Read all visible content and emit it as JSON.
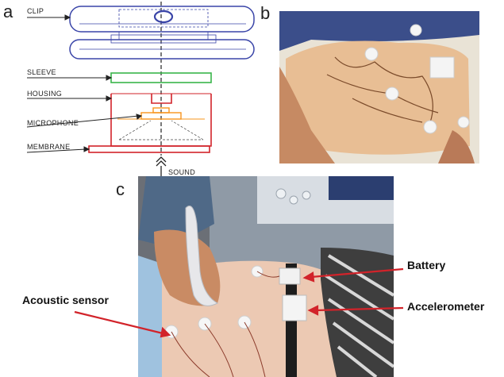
{
  "figure": {
    "panels": [
      {
        "letter": "a"
      },
      {
        "letter": "b"
      },
      {
        "letter": "c"
      }
    ],
    "diagram_labels": {
      "clip": "CLIP",
      "sleeve": "SLEEVE",
      "housing": "HOUSING",
      "microphone": "MICROPHONE",
      "membrane": "MEMBRANE",
      "sound": "SOUND"
    },
    "callouts": {
      "battery": "Battery",
      "accelerometer": "Accelerometer",
      "acoustic_sensor": "Acoustic sensor"
    },
    "colors": {
      "clip": "#3a45a8",
      "sleeve": "#39b54a",
      "housing": "#d2232a",
      "microphone": "#f7941d",
      "arrow": "#d2232a"
    }
  }
}
